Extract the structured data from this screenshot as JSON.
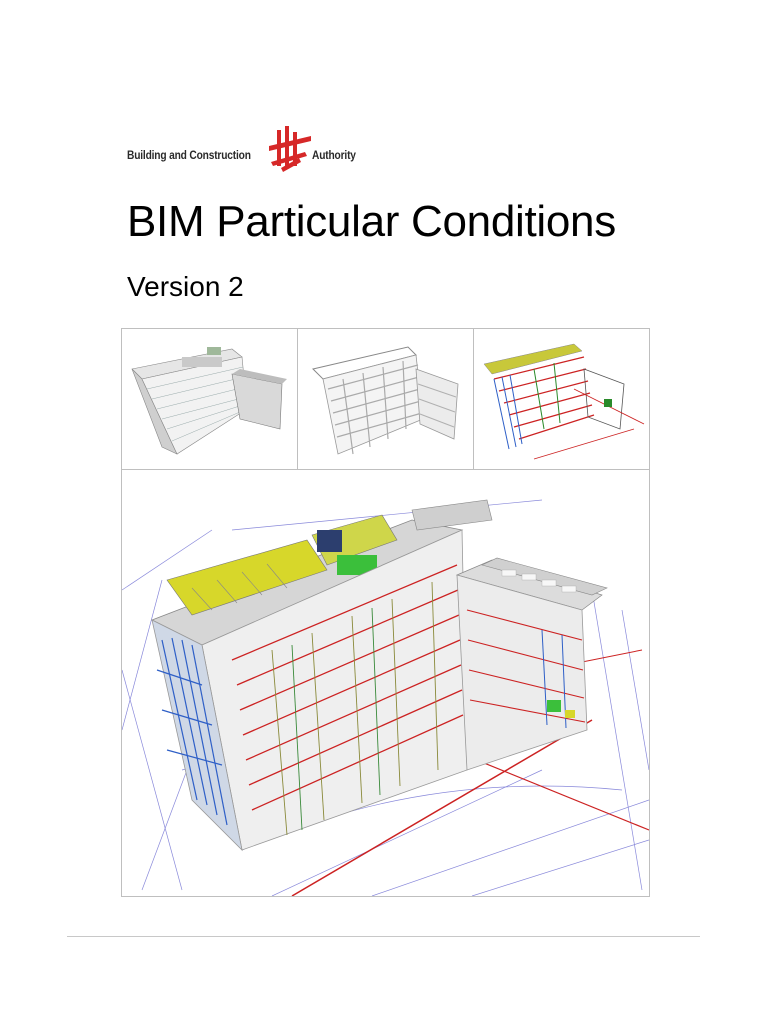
{
  "header": {
    "logo_left_text": "Building and Construction",
    "logo_right_text": "Authority",
    "logo_icon": "bca-logo-icon"
  },
  "title": "BIM Particular Conditions",
  "subtitle": "Version 2",
  "figure": {
    "panels": [
      {
        "icon": "building-architectural-model-image"
      },
      {
        "icon": "building-structural-model-image"
      },
      {
        "icon": "building-mep-model-image"
      },
      {
        "icon": "building-combined-model-image"
      }
    ]
  },
  "colors": {
    "logo_red": "#d62828",
    "border": "#bfbfbf",
    "rule": "#c8c8c8"
  }
}
